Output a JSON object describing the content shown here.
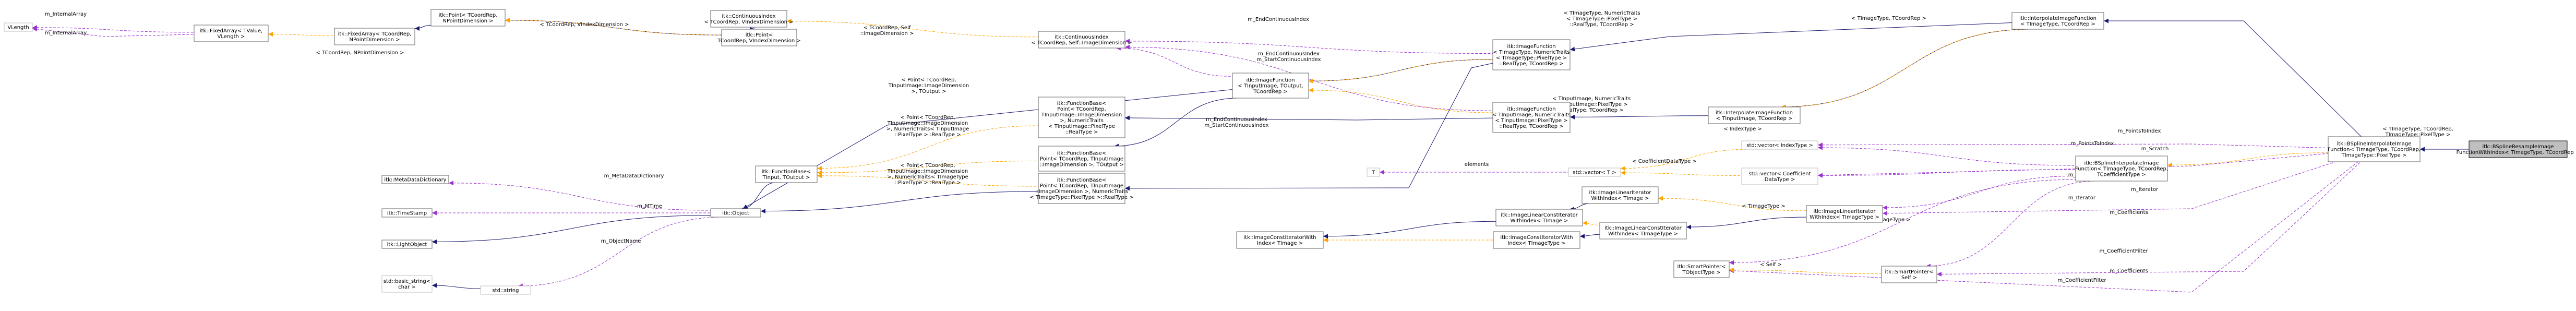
{
  "nodes": [
    {
      "id": "focus",
      "lines": [
        "itk::BSplineResampleImage",
        "FunctionWithIndex< TImageType, TCoordRep >"
      ],
      "style": "focus"
    },
    {
      "id": "bsi_top",
      "lines": [
        "itk::BSplineInterpolateImage",
        "Function< TImageType, TCoordRep,",
        "TImageType::PixelType >"
      ],
      "style": "normal"
    },
    {
      "id": "bsi_mid",
      "lines": [
        "itk::BSplineInterpolateImage",
        "Function< TImageType, TCoordRep,",
        "TCoefficientType >"
      ],
      "style": "normal"
    },
    {
      "id": "interp_img",
      "lines": [
        "itk::InterpolateImageFunction",
        "< TImageType, TCoordRep >"
      ],
      "style": "normal"
    },
    {
      "id": "interp_gen",
      "lines": [
        "itk::InterpolateImageFunction",
        "< TInputImage, TCoordRep >"
      ],
      "style": "normal"
    },
    {
      "id": "imgfunc_a",
      "lines": [
        "itk::ImageFunction",
        "< TImageType, NumericTraits",
        "< TImageType::PixelType >",
        "::RealType, TCoordRep >"
      ],
      "style": "normal"
    },
    {
      "id": "imgfunc_b",
      "lines": [
        "itk::ImageFunction",
        "< TInputImage, NumericTraits",
        "< TInputImage::PixelType >",
        "::RealType, TCoordRep >"
      ],
      "style": "normal"
    },
    {
      "id": "imgfunc_c",
      "lines": [
        "itk::ImageFunction",
        "< TInputImage, TOutput,",
        "TCoordRep >"
      ],
      "style": "normal"
    },
    {
      "id": "funcbase_a",
      "lines": [
        "itk::FunctionBase<",
        "Point< TCoordRep,",
        "TInputImage::ImageDimension",
        ">, NumericTraits",
        "< TInputImage::PixelType",
        "::RealType >"
      ],
      "style": "normal"
    },
    {
      "id": "funcbase_b",
      "lines": [
        "itk::FunctionBase<",
        "Point< TCoordRep, TInputImage",
        "::ImageDimension >, TOutput >"
      ],
      "style": "normal"
    },
    {
      "id": "funcbase_c",
      "lines": [
        "itk::FunctionBase<",
        "Point< TCoordRep, TInputImage",
        "::ImageDimension >, NumericTraits",
        "< TImageType::PixelType >::RealType >"
      ],
      "style": "normal"
    },
    {
      "id": "funcbase_tmpl",
      "lines": [
        "itk::FunctionBase<",
        "TInput, TOutput >"
      ],
      "style": "normal"
    },
    {
      "id": "contindex_a",
      "lines": [
        "itk::ContinuousIndex",
        "< TCoordRep, Self::ImageDimension >"
      ],
      "style": "normal"
    },
    {
      "id": "contindex_tmpl",
      "lines": [
        "itk::ContinuousIndex",
        "< TCoordRep, VIndexDimension >"
      ],
      "style": "normal"
    },
    {
      "id": "point_tmpl",
      "lines": [
        "itk::Point<",
        "TCoordRep, VIndexDimension >"
      ],
      "style": "normal"
    },
    {
      "id": "point_a",
      "lines": [
        "itk::Point< TCoordRep,",
        "NPointDimension >"
      ],
      "style": "normal"
    },
    {
      "id": "fixedarray_a",
      "lines": [
        "itk::FixedArray< TCoordRep,",
        "NPointDimension >"
      ],
      "style": "normal"
    },
    {
      "id": "fixedarray_tmpl",
      "lines": [
        "itk::FixedArray< TValue,",
        "VLength >"
      ],
      "style": "normal"
    },
    {
      "id": "vlength",
      "lines": [
        "VLength"
      ],
      "style": "grey"
    },
    {
      "id": "object",
      "lines": [
        "itk::Object"
      ],
      "style": "normal"
    },
    {
      "id": "lightobject",
      "lines": [
        "itk::LightObject"
      ],
      "style": "normal"
    },
    {
      "id": "metadatadict",
      "lines": [
        "itk::MetaDataDictionary"
      ],
      "style": "normal"
    },
    {
      "id": "timestamp",
      "lines": [
        "itk::TimeStamp"
      ],
      "style": "normal"
    },
    {
      "id": "basic_string",
      "lines": [
        "std::basic_string<",
        "char >"
      ],
      "style": "grey"
    },
    {
      "id": "string",
      "lines": [
        "std::string"
      ],
      "style": "grey"
    },
    {
      "id": "vector_index",
      "lines": [
        "std::vector< IndexType >"
      ],
      "style": "grey"
    },
    {
      "id": "vector_coef",
      "lines": [
        "std::vector< Coefficient",
        "DataType >"
      ],
      "style": "grey"
    },
    {
      "id": "vector_t",
      "lines": [
        "std::vector< T >"
      ],
      "style": "grey"
    },
    {
      "id": "t_node",
      "lines": [
        "T"
      ],
      "style": "grey"
    },
    {
      "id": "lin_iter_img",
      "lines": [
        "itk::ImageLinearIterator",
        "WithIndex< TImageType >"
      ],
      "style": "normal"
    },
    {
      "id": "lin_const_img",
      "lines": [
        "itk::ImageLinearConstIterator",
        "WithIndex< TImageType >"
      ],
      "style": "normal"
    },
    {
      "id": "lin_const_tmpl",
      "lines": [
        "itk::ImageLinearConstIterator",
        "WithIndex< TImage >"
      ],
      "style": "normal"
    },
    {
      "id": "lin_iter_tmpl",
      "lines": [
        "itk::ImageLinearIterator",
        "WithIndex< TImage >"
      ],
      "style": "normal"
    },
    {
      "id": "const_iter_img",
      "lines": [
        "itk::ImageConstIteratorWith",
        "Index< TImageType >"
      ],
      "style": "normal"
    },
    {
      "id": "const_iter_tmpl",
      "lines": [
        "itk::ImageConstIteratorWith",
        "Index< TImage >"
      ],
      "style": "normal"
    },
    {
      "id": "smartptr_self",
      "lines": [
        "itk::SmartPointer<",
        "Self >"
      ],
      "style": "normal"
    },
    {
      "id": "smartptr_tmpl",
      "lines": [
        "itk::SmartPointer<",
        "TObjectType >"
      ],
      "style": "normal"
    }
  ],
  "edge_labels": [
    {
      "id": "l_intarray1",
      "lines": [
        "m_InternalArray"
      ]
    },
    {
      "id": "l_intarray2",
      "lines": [
        "m_InternalArray"
      ]
    },
    {
      "id": "l_fa_inst",
      "lines": [
        "< TCoordRep, NPointDimension >"
      ]
    },
    {
      "id": "l_pt_inst",
      "lines": [
        "< TCoordRep, VIndexDimension >"
      ]
    },
    {
      "id": "l_ci_inst",
      "lines": [
        "< TCoordRep, Self",
        "::ImageDimension >"
      ]
    },
    {
      "id": "l_endcont1",
      "lines": [
        "m_EndContinuousIndex"
      ]
    },
    {
      "id": "l_endcont2",
      "lines": [
        "m_EndContinuousIndex",
        "m_StartContinuousIndex"
      ]
    },
    {
      "id": "l_endcont3",
      "lines": [
        "m_EndContinuousIndex",
        "m_StartContinuousIndex"
      ]
    },
    {
      "id": "l_if_inst1",
      "lines": [
        "< TImageType, NumericTraits",
        "< TImageType::PixelType >",
        "::RealType, TCoordRep >"
      ]
    },
    {
      "id": "l_if_inst2",
      "lines": [
        "< TInputImage, NumericTraits",
        "< TInputImage::PixelType >",
        "::RealType, TCoordRep >"
      ]
    },
    {
      "id": "l_fb_inst1",
      "lines": [
        "< Point< TCoordRep,",
        "TInputImage::ImageDimension",
        ">, TOutput >"
      ]
    },
    {
      "id": "l_fb_inst2",
      "lines": [
        "< Point< TCoordRep,",
        "TInputImage::ImageDimension",
        ">, NumericTraits< TInputImage",
        "::PixelType >::RealType >"
      ]
    },
    {
      "id": "l_fb_inst3",
      "lines": [
        "< Point< TCoordRep,",
        "TInputImage::ImageDimension",
        ">, NumericTraits< TImageType",
        "::PixelType >::RealType >"
      ]
    },
    {
      "id": "l_metadata",
      "lines": [
        "m_MetaDataDictionary"
      ]
    },
    {
      "id": "l_mtime",
      "lines": [
        "m_MTime"
      ]
    },
    {
      "id": "l_objname",
      "lines": [
        "m_ObjectName"
      ]
    },
    {
      "id": "l_interp_inst",
      "lines": [
        "< TImageType, TCoordRep >"
      ]
    },
    {
      "id": "l_bsi_inst",
      "lines": [
        "< TImageType, TCoordRep,",
        "TImageType::PixelType >"
      ]
    },
    {
      "id": "l_pointstoindex1",
      "lines": [
        "m_PointsToIndex"
      ]
    },
    {
      "id": "l_pointstoindex2",
      "lines": [
        "m_PointsToIndex"
      ]
    },
    {
      "id": "l_scratch1",
      "lines": [
        "m_Scratch"
      ]
    },
    {
      "id": "l_scratch2",
      "lines": [
        "m_Scratch"
      ]
    },
    {
      "id": "l_indextype",
      "lines": [
        "< IndexType >"
      ]
    },
    {
      "id": "l_elements",
      "lines": [
        "elements"
      ]
    },
    {
      "id": "l_coefdt",
      "lines": [
        "< CoefficientDataType >"
      ]
    },
    {
      "id": "l_iterator1",
      "lines": [
        "m_Iterator"
      ]
    },
    {
      "id": "l_iterator2",
      "lines": [
        "m_Iterator"
      ]
    },
    {
      "id": "l_timgtype1",
      "lines": [
        "< TImageType >"
      ]
    },
    {
      "id": "l_timgtype2",
      "lines": [
        "< TImageType >"
      ]
    },
    {
      "id": "l_timgtype3",
      "lines": [
        "< TImageType >"
      ]
    },
    {
      "id": "l_coefs1",
      "lines": [
        "m_Coefficients"
      ]
    },
    {
      "id": "l_coefs2",
      "lines": [
        "m_Coefficients"
      ]
    },
    {
      "id": "l_coeffilter1",
      "lines": [
        "m_CoefficientFilter"
      ]
    },
    {
      "id": "l_coeffilter2",
      "lines": [
        "m_CoefficientFilter"
      ]
    },
    {
      "id": "l_self",
      "lines": [
        "< Self >"
      ]
    }
  ]
}
